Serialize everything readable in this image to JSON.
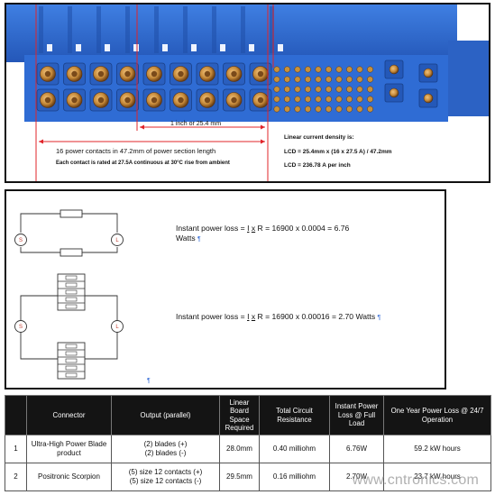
{
  "photo": {
    "measure_inch": "1 inch or 25.4 mm",
    "measure_power": "16 power contacts in 47.2mm of power section length",
    "rating_note": "Each contact is rated at 27.5A continuous at 30°C rise from ambient",
    "lcd_heading": "Linear current density is:",
    "lcd_formula": "LCD = 25.4mm x (16 x 27.5 A) / 47.2mm",
    "lcd_result": "LCD = 236.78 A per inch"
  },
  "circuit": {
    "loss1_prefix": "Instant power loss = ",
    "loss1_i": "I",
    "loss1_x": "x",
    "loss1_suffix": " R = 16900 x 0.0004 = 6.76",
    "loss1_unit": "Watts",
    "loss2_prefix": "Instant power loss = ",
    "loss2_i": "I",
    "loss2_x": "x",
    "loss2_suffix": " R = 16900 x 0.00016 = 2.70 Watts",
    "pilcrow": "¶",
    "source_label": "S",
    "load_label": "L"
  },
  "table": {
    "headers": [
      "",
      "Connector",
      "Output (parallel)",
      "Linear Board Space Required",
      "Total Circuit Resistance",
      "Instant Power Loss @ Full Load",
      "One Year Power Loss @ 24/7 Operation"
    ],
    "rows": [
      {
        "num": "1",
        "connector": "Ultra-High Power Blade product",
        "output_1": "(2) blades (+)",
        "output_2": "(2) blades (-)",
        "space": "28.0mm",
        "resistance": "0.40 milliohm",
        "loss": "6.76W",
        "year_loss": "59.2 kW hours"
      },
      {
        "num": "2",
        "connector": "Positronic Scorpion",
        "output_1": "(5) size 12 contacts (+)",
        "output_2": "(5) size 12 contacts (-)",
        "space": "29.5mm",
        "resistance": "0.16 milliohm",
        "loss": "2.70W",
        "year_loss": "23.7 kW hours"
      }
    ]
  },
  "watermark": "www.cntronics.com",
  "colors": {
    "connector_blue": "#2f6cd4",
    "contact_gold": "#c8913a",
    "guide_red": "#e0242a"
  }
}
